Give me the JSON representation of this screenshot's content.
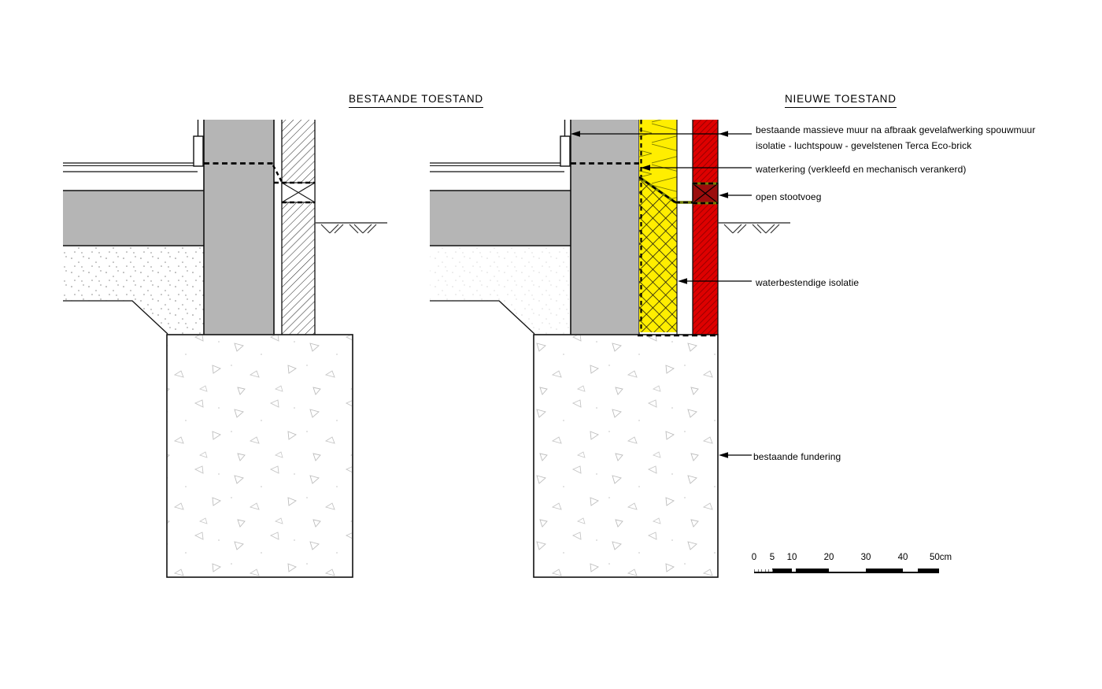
{
  "titles": {
    "left": "BESTAANDE TOESTAND",
    "right": "NIEUWE TOESTAND"
  },
  "annotations": {
    "wall_assembly": {
      "lines": [
        "bestaande massieve muur na afbraak gevelafwerking spouwmuur",
        "isolatie - luchtspouw - gevelstenen Terca Eco-brick"
      ]
    },
    "waterkering": {
      "text": "waterkering (verkleefd en mechanisch verankerd)"
    },
    "open_stootvoeg": {
      "text": "open stootvoeg"
    },
    "waterbestendige_isolatie": {
      "text": "waterbestendige isolatie"
    },
    "bestaande_fundering": {
      "text": "bestaande fundering"
    }
  },
  "scale_bar": {
    "labels": [
      "0",
      "5",
      "10",
      "20",
      "30",
      "40",
      "50cm"
    ],
    "unit": "cm",
    "max_value": 50
  },
  "colors": {
    "wall_gray": "#b5b5b5",
    "insulation_yellow": "#ffee00",
    "brick_red": "#de0000",
    "brick_hatch_dark_red": "#8a0000",
    "waterkering_green": "#6f7d00",
    "line_black": "#1a1a1a"
  }
}
